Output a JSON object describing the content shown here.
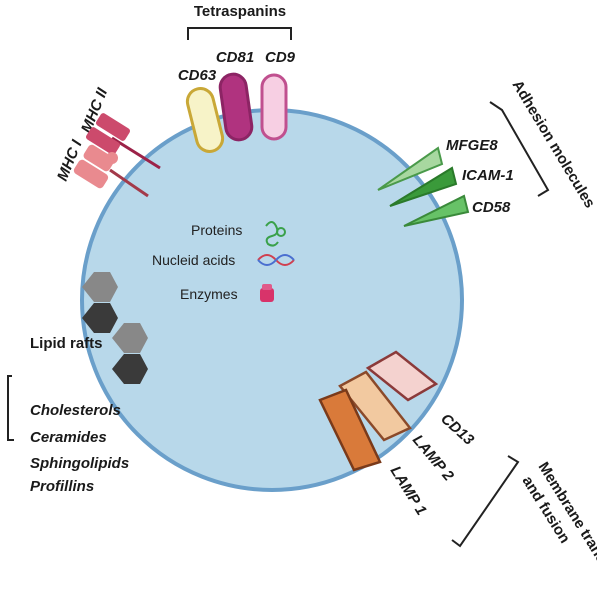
{
  "tetraspanins": {
    "title": "Tetraspanins",
    "items": [
      "CD63",
      "CD81",
      "CD9"
    ],
    "colors": [
      "#f7f3c8",
      "#b0337f",
      "#f7cfe3"
    ]
  },
  "mhc": {
    "label1": "MHC I",
    "label2": "MHC II"
  },
  "adhesion": {
    "title": "Adhesion molecules",
    "items": [
      "MFGE8",
      "ICAM-1",
      "CD58"
    ],
    "colors": [
      "#a8d8a0",
      "#3a9a3a",
      "#67c267"
    ]
  },
  "contents": {
    "proteins": "Proteins",
    "nucleic": "Nucleid acids",
    "enzymes": "Enzymes"
  },
  "lipid": {
    "title": "Lipid rafts",
    "items": [
      "Cholesterols",
      "Ceramides",
      "Sphingolipids",
      "Profillins"
    ]
  },
  "membrane": {
    "title_line1": "Membrane transport",
    "title_line2": "and fusion",
    "items": [
      "CD13",
      "LAMP 2",
      "LAMP 1"
    ],
    "colors": [
      "#f4d2cf",
      "#f2c9a0",
      "#d97a3a"
    ]
  },
  "colors": {
    "vesicle_fill": "#b8d8ea",
    "vesicle_stroke": "#6a9fca"
  }
}
